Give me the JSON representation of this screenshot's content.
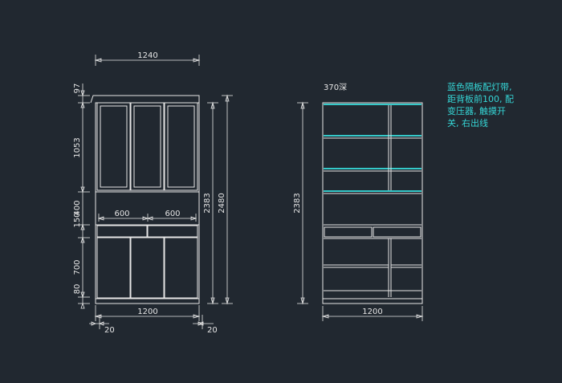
{
  "dims": {
    "top_width": "1240",
    "d97": "97",
    "d1053": "1053",
    "d400": "400",
    "d150": "150",
    "d700": "700",
    "d80": "80",
    "inner_left": "600",
    "inner_right": "600",
    "h2383_left": "2383",
    "h2480": "2480",
    "bottom_width_left": "1200",
    "left_offset": "20",
    "right_offset": "20",
    "h2383_right": "2383",
    "bottom_width_right": "1200"
  },
  "labels": {
    "depth": "370深",
    "note_lines": [
      "蓝色隔板配灯带,",
      "距背板前100, 配",
      "变压器, 触摸开",
      "关, 右出线"
    ]
  },
  "colors": {
    "background": "#212830",
    "line": "#e6e6e6",
    "accent": "#35c9c9"
  }
}
